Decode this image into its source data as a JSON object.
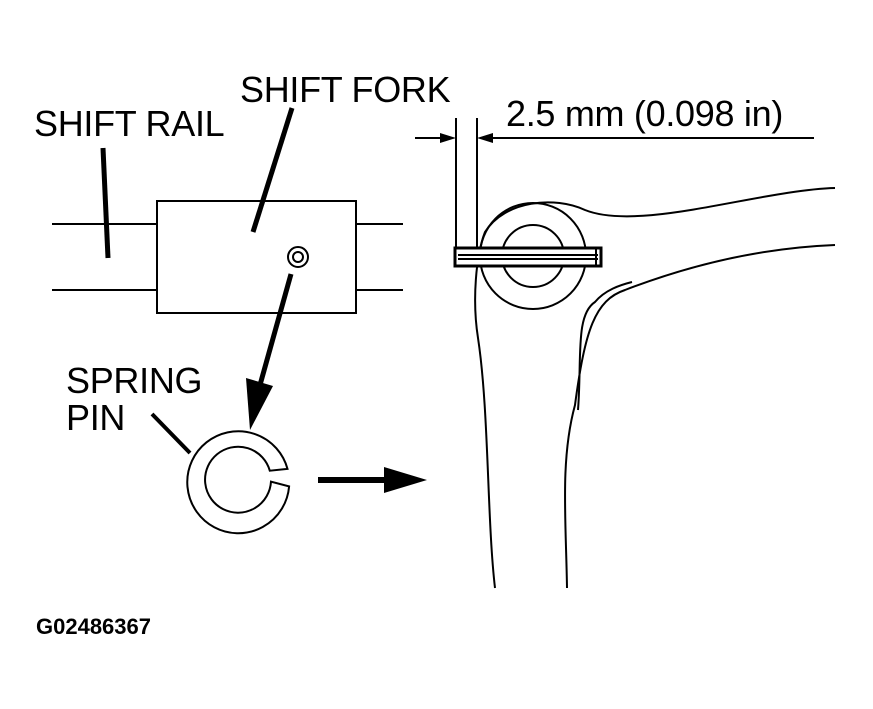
{
  "labels": {
    "shift_fork": "SHIFT FORK",
    "shift_rail": "SHIFT RAIL",
    "spring_pin_line1": "SPRING",
    "spring_pin_line2": "PIN",
    "dimension": "2.5 mm (0.098 in)",
    "figure_code": "G02486367"
  },
  "colors": {
    "ink": "#000000",
    "background": "#ffffff"
  }
}
